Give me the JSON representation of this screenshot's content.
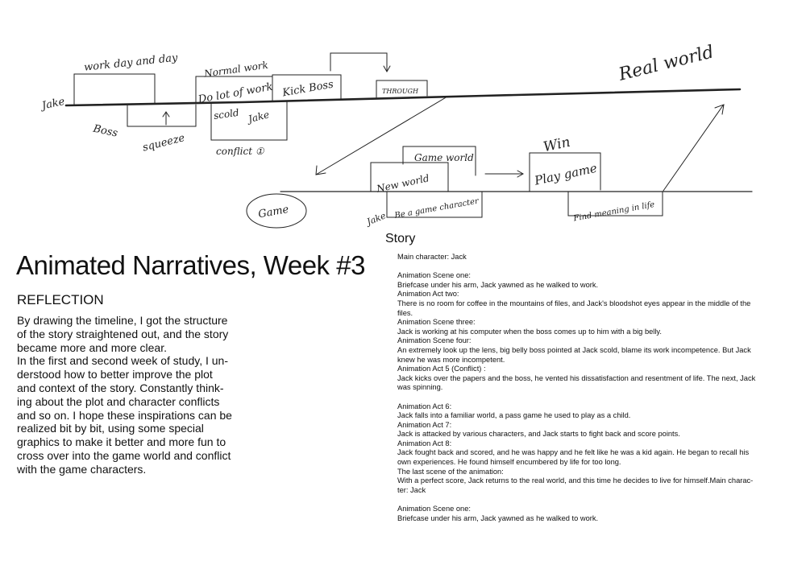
{
  "sketch": {
    "labels": {
      "jake_left": "Jake",
      "boss": "Boss",
      "work_day_and_day": "work day and day",
      "squeeze": "squeeze",
      "normal_work": "Normal work",
      "do_lot_of_work": "Do lot of work",
      "scold": "scold",
      "jake_mid": "Jake",
      "kick_boss": "Kick Boss",
      "through": "THROUGH",
      "conflict": "conflict ①",
      "real_world": "Real world",
      "game_world": "Game world",
      "new_world": "New world",
      "win": "Win",
      "play_game": "Play game",
      "game": "Game",
      "jake_bottom": "Jake",
      "be_a_game_character": "Be a game character",
      "find_meaning": "Find meaning in life"
    }
  },
  "story_heading": "Story",
  "title": "Animated Narratives, Week #3",
  "reflection": {
    "heading": "REFLECTION",
    "lines": [
      "By drawing the timeline, I got the structure",
      "of the story straightened out, and the story",
      "became more and more clear.",
      "In the first and second week of study, I un-",
      "derstood how to better improve the plot",
      "and context of the story. Constantly think-",
      "ing about the plot and character conflicts",
      "and so on. I hope these inspirations can be",
      "realized bit by bit, using some special",
      "graphics to make it better and more fun to",
      "cross over into the game world and conflict",
      "with the game characters."
    ]
  },
  "story": {
    "main_character": "Main character: Jack",
    "scene1_heading": "Animation Scene one:",
    "scene1_text": "Briefcase under his arm, Jack yawned as he walked to work.",
    "act2_heading": "Animation Act two:",
    "act2_text_1": "There is no room for coffee in the mountains of files, and Jack's bloodshot eyes appear in the middle of the",
    "act2_text_2": "files.",
    "scene3_heading": "Animation Scene three:",
    "scene3_text": "Jack is working at his computer when the boss comes up to him with a big belly.",
    "scene4_heading": "Animation Scene four:",
    "scene4_text_1": "An extremely look up the lens, big belly boss pointed at Jack scold, blame its work incompetence. But Jack",
    "scene4_text_2": "knew he was more incompetent.",
    "act5_heading": "Animation Act 5 (Conflict) :",
    "act5_text_1": "Jack kicks over the papers and the boss, he vented his dissatisfaction and resentment of life. The next, Jack",
    "act5_text_2": "was spinning.",
    "act6_heading": "Animation Act 6:",
    "act6_text": "Jack falls into a familiar world, a pass game he used to play as a child.",
    "act7_heading": "Animation Act 7:",
    "act7_text": "Jack is attacked by various characters, and Jack starts to fight back and score points.",
    "act8_heading": "Animation Act 8:",
    "act8_text_1": "Jack fought back and scored, and he was happy and he felt like he was a kid again. He began to recall his",
    "act8_text_2": "own experiences. He found himself encumbered by life for too long.",
    "last_heading": "The last scene of the animation:",
    "last_text_1": "With a perfect score, Jack returns to the real world, and this time he decides to live for himself.Main charac-",
    "last_text_2": "ter: Jack",
    "scene1b_heading": "Animation Scene one:",
    "scene1b_text": "Briefcase under his arm, Jack yawned as he walked to work."
  }
}
